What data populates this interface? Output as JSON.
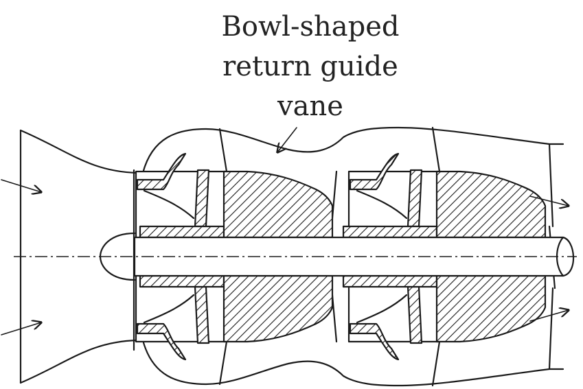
{
  "annotation": {
    "lines": [
      "Bowl-shaped",
      "return guide",
      "vane"
    ]
  },
  "colors": {
    "ink": "#1a1a1a",
    "background": "#ffffff"
  }
}
